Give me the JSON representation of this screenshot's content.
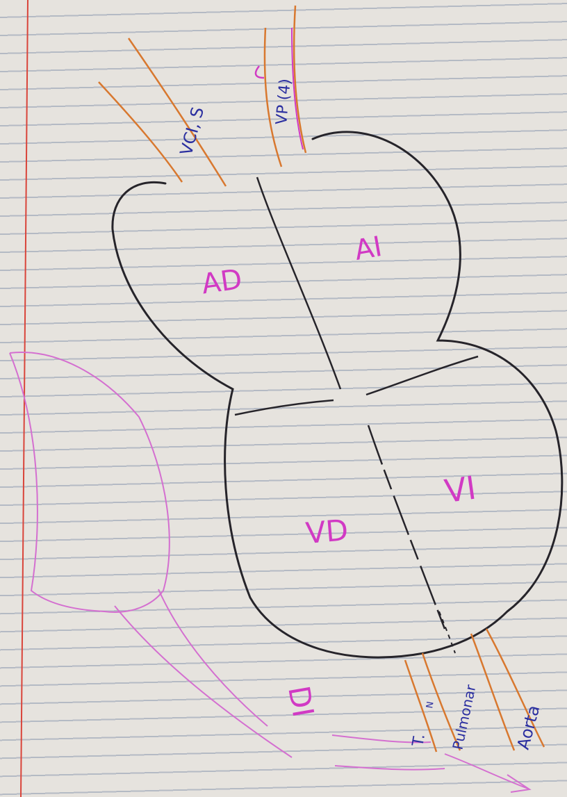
{
  "labels": {
    "ad": "AD",
    "ai": "AI",
    "vd": "VD",
    "vi": "VI",
    "vci": "VCI, S",
    "vp": "VP (4)",
    "di": "DI",
    "tronco_t": "T.",
    "tronco_n": "N",
    "pulmonar": "Pulmonar",
    "aorta": "Aorta"
  },
  "colors": {
    "paper": "#e6e3de",
    "ruled_line": "#7f8aa8",
    "margin_line": "#d9443a",
    "ink_outline": "#26242a",
    "label_magenta": "#d13ac4",
    "label_blue": "#2b2fa0",
    "vessel_orange": "#d8782f",
    "arrow_pink": "#d46fd0"
  }
}
